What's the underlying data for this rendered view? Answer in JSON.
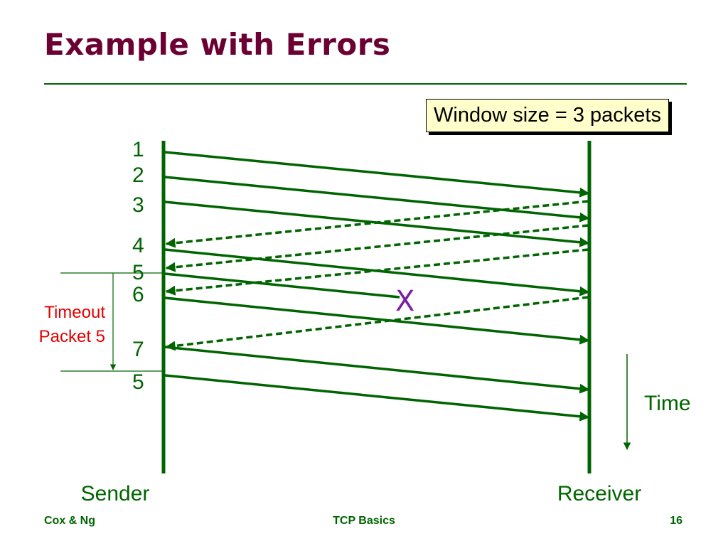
{
  "slide": {
    "title": "Example with Errors",
    "window_label": "Window size = 3 packets",
    "footer_left": "Cox & Ng",
    "footer_center": "TCP Basics",
    "footer_right": "16"
  },
  "diagram": {
    "sender_label": "Sender",
    "receiver_label": "Receiver",
    "time_label": "Time",
    "timeout_label_line1": "Timeout",
    "timeout_label_line2": "Packet 5",
    "lost_marker": "X",
    "packet_labels": [
      "1",
      "2",
      "3",
      "4",
      "5",
      "6",
      "7",
      "5"
    ],
    "colors": {
      "line": "#006400",
      "title": "#6b0033",
      "timeout_text": "#e00000",
      "lost_marker": "#7a1fa2",
      "window_box_fill": "#ffffcc"
    }
  }
}
